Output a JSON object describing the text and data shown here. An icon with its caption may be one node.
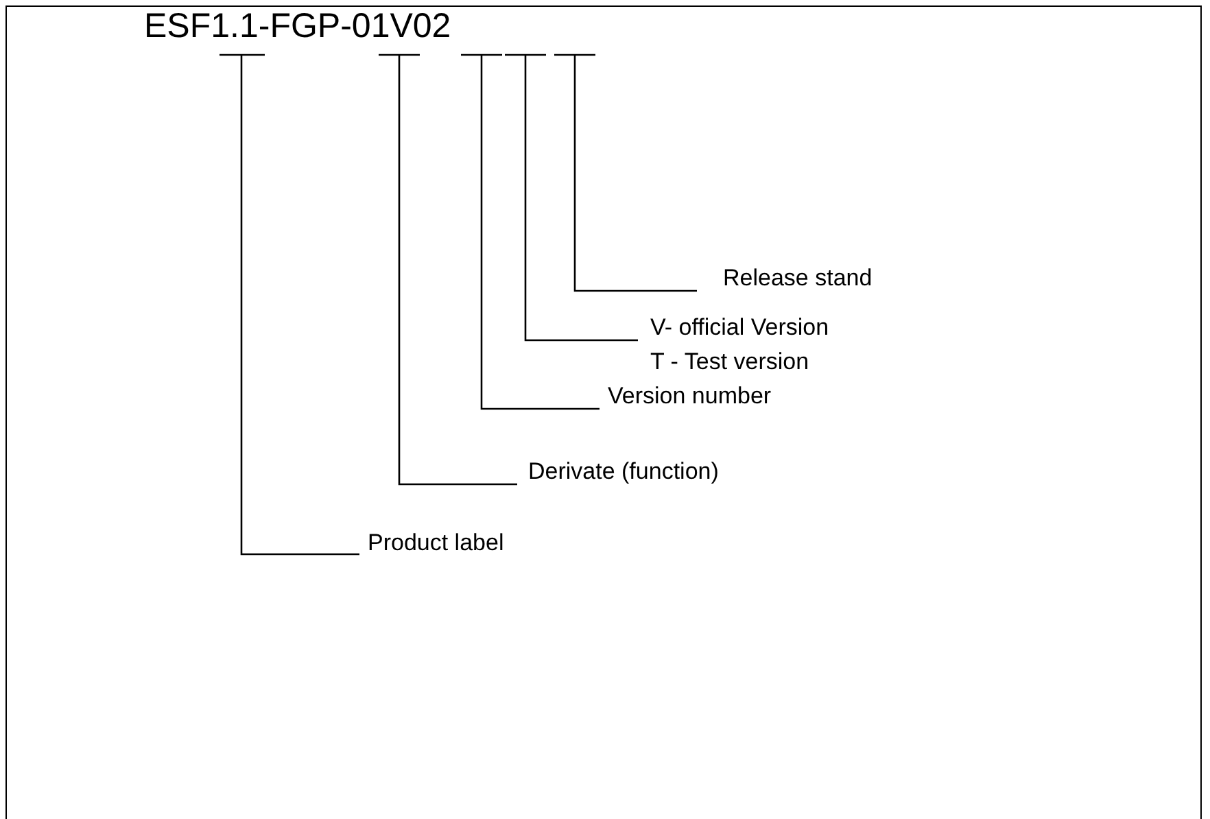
{
  "diagram": {
    "nodes": [
      {
        "text": [
          "ESF1.1-FGP-01V02"
        ]
      },
      {
        "text": [
          "Release stand"
        ]
      },
      {
        "text": [
          "V- official Version",
          "T - Test version"
        ]
      },
      {
        "text": [
          "Version number"
        ]
      },
      {
        "text": [
          "Derivate (function)"
        ]
      },
      {
        "text": [
          "Product label"
        ]
      }
    ],
    "edges": [
      {
        "from": 0,
        "to": 1,
        "arrow": "none"
      },
      {
        "from": 0,
        "to": 2,
        "arrow": "none"
      },
      {
        "from": 0,
        "to": 3,
        "arrow": "none"
      },
      {
        "from": 0,
        "to": 4,
        "arrow": "none"
      },
      {
        "from": 0,
        "to": 5,
        "arrow": "none"
      }
    ]
  }
}
